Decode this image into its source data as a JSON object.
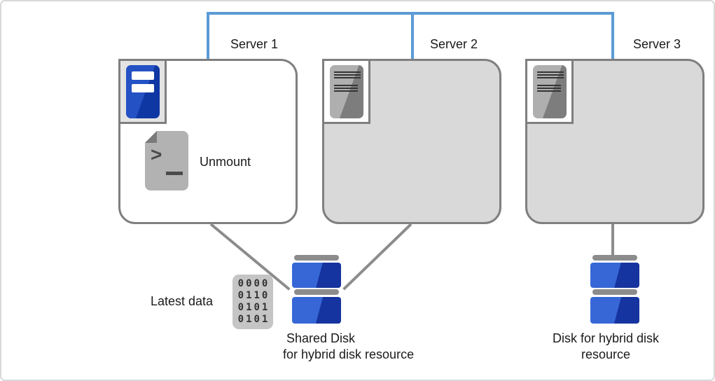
{
  "diagram": {
    "servers": [
      {
        "label": "Server 1",
        "state": "active"
      },
      {
        "label": "Server 2",
        "state": "standby"
      },
      {
        "label": "Server 3",
        "state": "standby"
      }
    ],
    "action_label": "Unmount",
    "latest_data_label": "Latest data",
    "binary_rows": [
      "0000",
      "0110",
      "0101",
      "0101"
    ],
    "shared_disk_caption": {
      "line1": "Shared Disk",
      "line2": "for hybrid disk resource"
    },
    "disk3_caption": {
      "line1": "Disk for hybrid disk",
      "line2": "resource"
    },
    "colors": {
      "network_line": "#5B9BD5",
      "box_border": "#7F7F7F",
      "standby_fill": "#D9D9D9",
      "active_fill": "#FFFFFF",
      "disk_blue_light": "#3767D6",
      "disk_blue_dark": "#16349F",
      "connector_gray": "#8C8C8C",
      "text_color": "#1A1A1A"
    }
  }
}
